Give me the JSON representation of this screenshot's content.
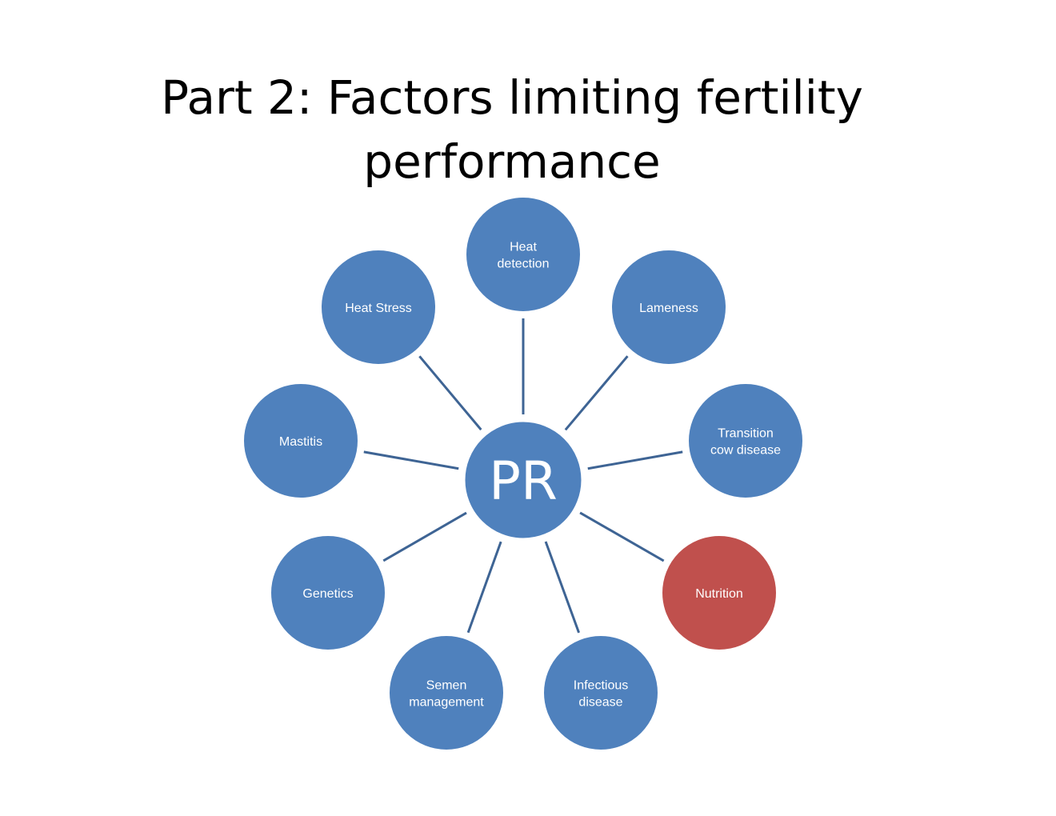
{
  "title": {
    "line1": "Part 2: Factors limiting fertility",
    "line2": "performance"
  },
  "colors": {
    "node_blue": "#4f81bd",
    "node_blue_border": "#ffffff",
    "node_red": "#c0504d",
    "connector": "#3e6494",
    "background": "#ffffff"
  },
  "center": {
    "label": "PR"
  },
  "nodes": [
    {
      "id": "heat-detection",
      "lines": [
        "Heat",
        "detection"
      ],
      "highlight": false
    },
    {
      "id": "lameness",
      "lines": [
        "Lameness"
      ],
      "highlight": false
    },
    {
      "id": "transition-cow-disease",
      "lines": [
        "Transition",
        "cow disease"
      ],
      "highlight": false
    },
    {
      "id": "nutrition",
      "lines": [
        "Nutrition"
      ],
      "highlight": true
    },
    {
      "id": "infectious-disease",
      "lines": [
        "Infectious",
        "disease"
      ],
      "highlight": false
    },
    {
      "id": "semen-management",
      "lines": [
        "Semen",
        "management"
      ],
      "highlight": false
    },
    {
      "id": "genetics",
      "lines": [
        "Genetics"
      ],
      "highlight": false
    },
    {
      "id": "mastitis",
      "lines": [
        "Mastitis"
      ],
      "highlight": false
    },
    {
      "id": "heat-stress",
      "lines": [
        "Heat Stress"
      ],
      "highlight": false
    }
  ]
}
